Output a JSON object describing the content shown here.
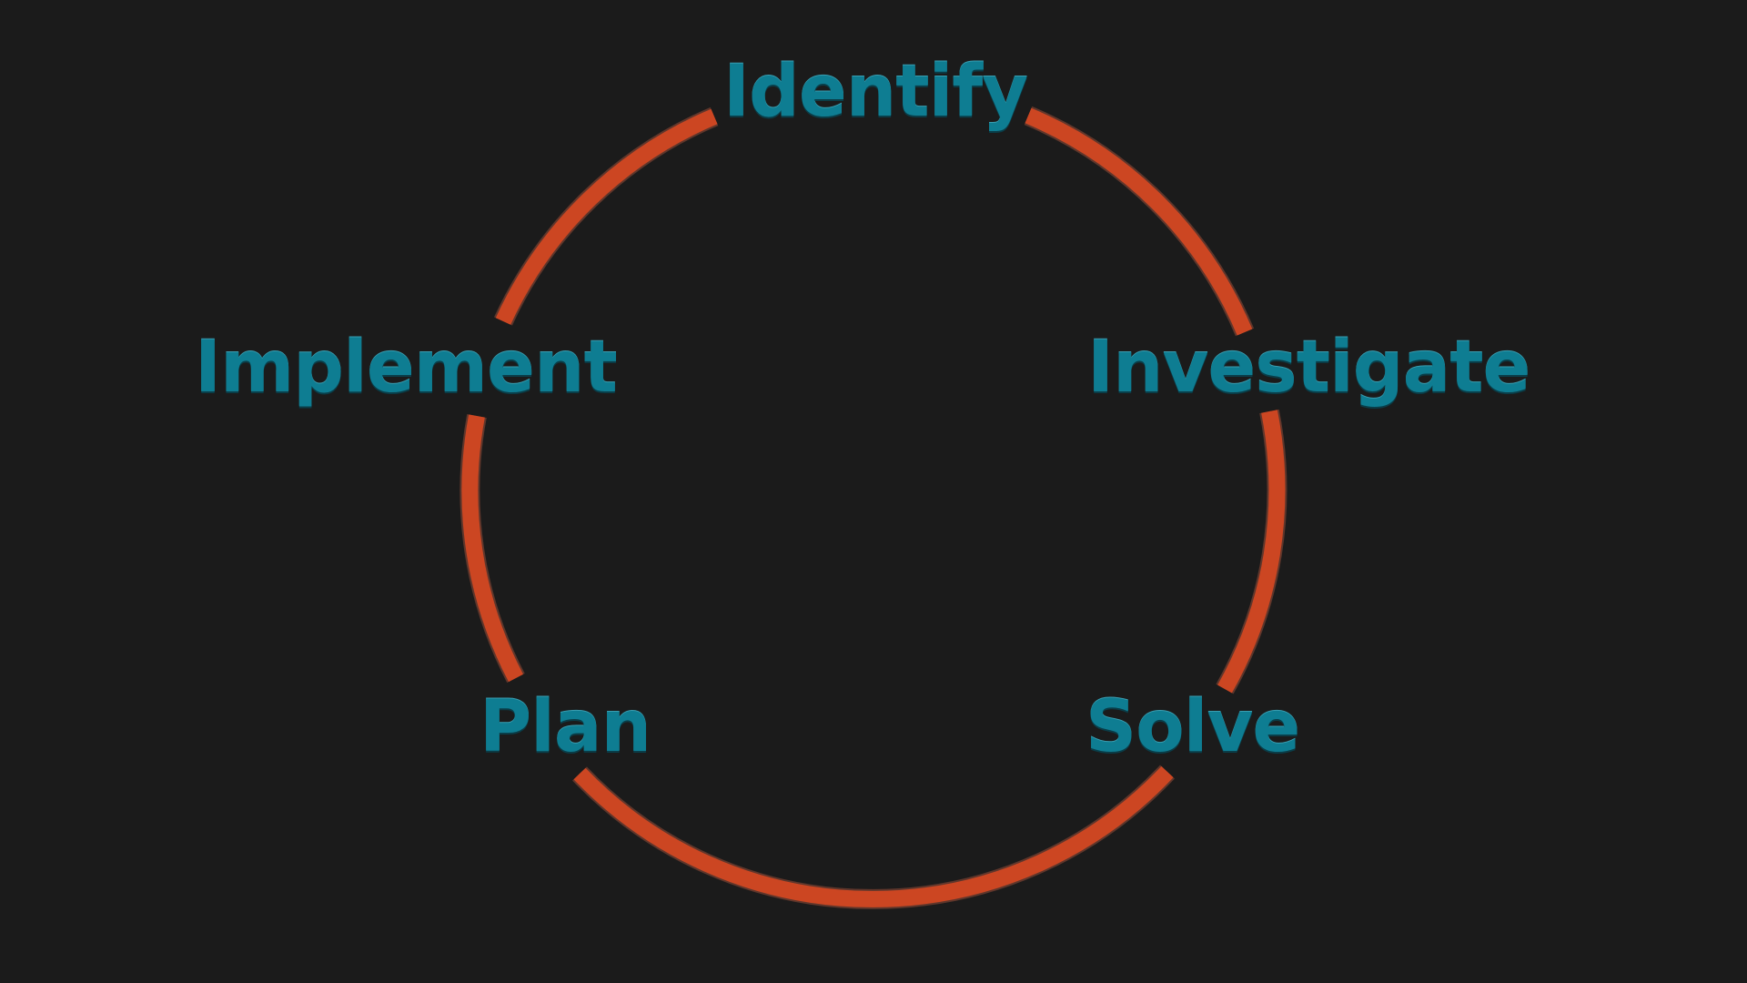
{
  "colors": {
    "background": "#1b1b1b",
    "ring": "#cc4622",
    "label": "#0e7d92"
  },
  "steps": [
    {
      "label": "Identify"
    },
    {
      "label": "Investigate"
    },
    {
      "label": "Solve"
    },
    {
      "label": "Plan"
    },
    {
      "label": "Implement"
    }
  ]
}
